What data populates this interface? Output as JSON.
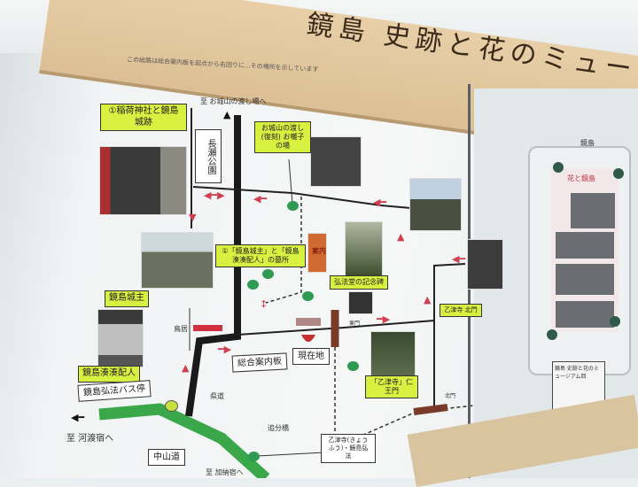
{
  "sign": {
    "title": "鏡島 史跡と花のミュージアム回",
    "intro": "この総路は総合案内板を起点から右回りに...その場所を示しています"
  },
  "map": {
    "labels": {
      "inari": "①稲荷神社と鏡島城跡",
      "nagase_park": "長瀬公園",
      "to_oshiroyama": "至 お城山の渡し場へ",
      "watashi": "お城山の渡し (復刻) お囃子の場",
      "grave": "①「鏡島城主」と「鏡島湊湊配人」の墓所",
      "castle_lord": "鏡島城主",
      "minato": "鏡島湊湊配人",
      "bus_stop": "鏡島弘法バス停",
      "to_godo": "至 河渡宿へ",
      "nakasendo": "中山道",
      "oiwake": "追分橋",
      "info_board": "総合案内板",
      "current": "現在地",
      "torii": "鳥居",
      "kendo": "県道",
      "monument": "弘法堂の記念碑",
      "sanmon": "「乙津寺」仁王門",
      "kitamon": "乙津寺 北門",
      "kobo": "乙津寺(きょうふう)・鏡島弘法",
      "higashimon": "東門",
      "kitamon_small": "北門",
      "to_kano": "至 加納宿へ",
      "orange_sign": "案内"
    },
    "colors": {
      "label_bg": "#d8f040",
      "nakasendo": "#3aa84a",
      "road": "#1a1a1a",
      "arrow": "#d04050",
      "gate": "#7a3a2a"
    }
  },
  "right_panel": {
    "poster_title": "花と鏡島",
    "panel_header": "鏡島",
    "info_box": "鏡島 史跡と花のミュージアム回"
  }
}
